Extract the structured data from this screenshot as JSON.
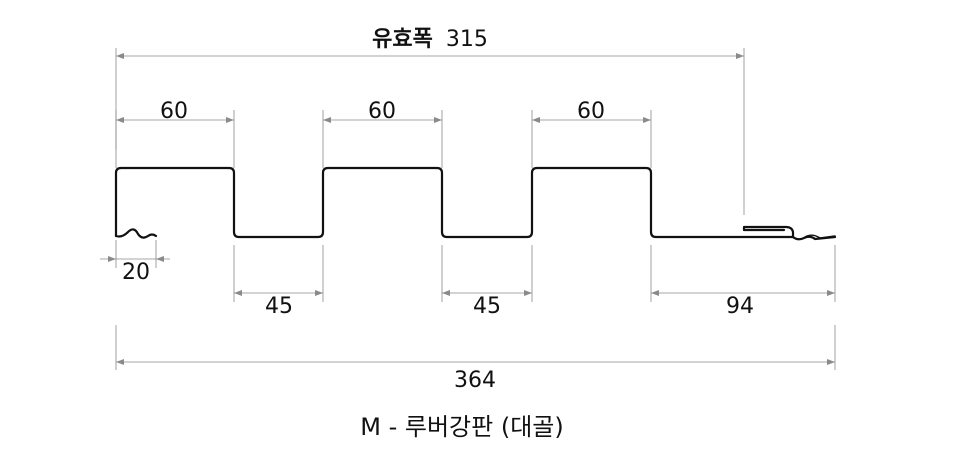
{
  "effective_width": {
    "label": "유효폭",
    "value": "315"
  },
  "dimensions": {
    "top_1": "60",
    "top_2": "60",
    "top_3": "60",
    "lip": "20",
    "bottom_1": "45",
    "bottom_2": "45",
    "tail": "94",
    "total": "364"
  },
  "caption": "M - 루버강판 (대골)"
}
